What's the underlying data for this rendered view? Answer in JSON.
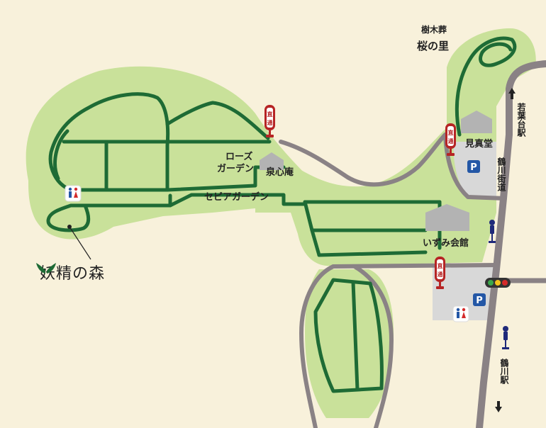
{
  "labels": {
    "jumokuso": "樹木葬",
    "sakura_no_sato": "桜の里",
    "kenshindo": "見真堂",
    "rose_line1": "ローズ",
    "rose_line2": "ガーデン",
    "senshinan": "泉心庵",
    "sepia_garden": "セピアガーデン",
    "izumi_kaikan": "いずみ会館",
    "fairy_forest": "妖精の森",
    "wakabadai_station": "若葉台駅",
    "tsurukawa_kaido": "鶴川街道",
    "tsurukawa_station": "鶴川駅"
  },
  "signs": {
    "direct_label": "直通"
  },
  "parking": {
    "symbol": "P"
  },
  "icons": {
    "restroom": "restroom-icon",
    "bus_stop": "bus-stop-icon",
    "traffic_light": "traffic-light-icon",
    "arrow_north": "arrow-up-icon",
    "arrow_south": "arrow-down-icon",
    "wing": "wing-logo-icon"
  },
  "colors": {
    "background": "#f8f1db",
    "grass": "#c9e19a",
    "path": "#1e6b35",
    "road": "#8a8285",
    "parking_lot": "#d8d8d8",
    "building": "#b3b3b3",
    "sign_red": "#b62424",
    "parking_blue": "#2457a6",
    "bus_navy": "#1f2a7a"
  }
}
